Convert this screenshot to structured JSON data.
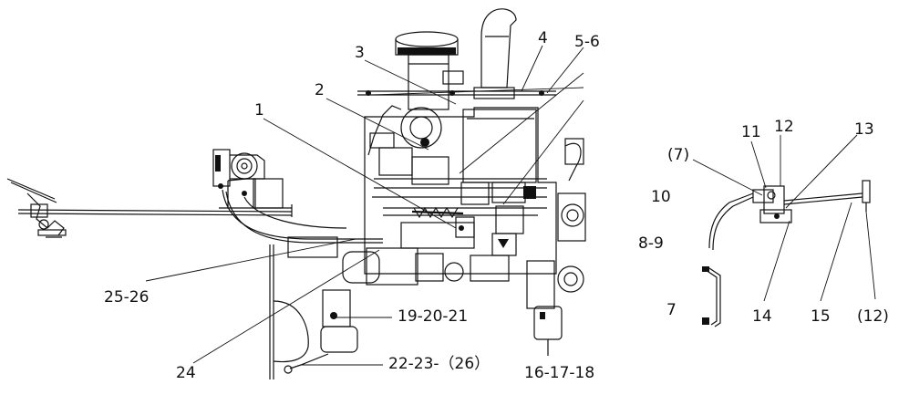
{
  "labels": {
    "l1": "1",
    "l2": "2",
    "l3": "3",
    "l4": "4",
    "l5_6": "5-6",
    "l7p": "(7)",
    "l11": "11",
    "l12": "12",
    "l13": "13",
    "l10": "10",
    "l8_9": "8-9",
    "l7": "7",
    "l14": "14",
    "l15": "15",
    "l12p": "(12)",
    "l25_26": "25-26",
    "l19_20_21": "19-20-21",
    "l24": "24",
    "l22_23_26": "22-23-（26）",
    "l16_17_18": "16-17-18"
  },
  "colors": {
    "ink": "#111111",
    "background": "#ffffff"
  }
}
